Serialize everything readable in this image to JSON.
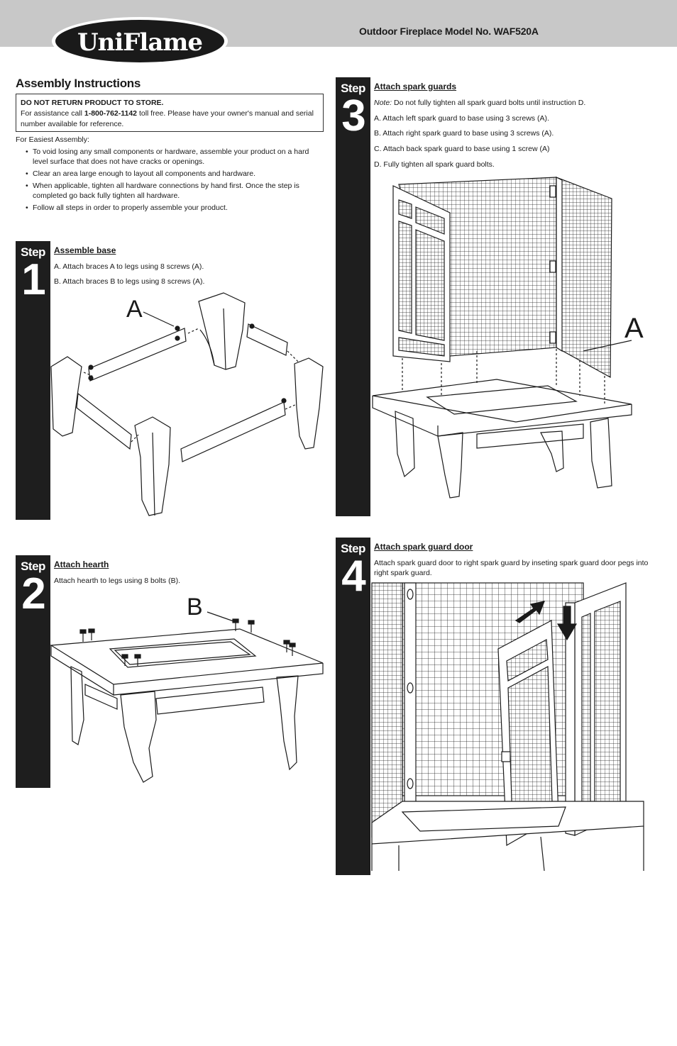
{
  "header": {
    "brand": "UniFlame",
    "model": "Outdoor Fireplace Model No. WAF520A"
  },
  "intro": {
    "title": "Assembly Instructions",
    "notice_heading": "DO NOT RETURN PRODUCT TO STORE.",
    "notice_prefix": "For assistance call ",
    "phone": "1-800-762-1142",
    "notice_suffix": " toll free. Please have your owner's manual and serial number available for reference.",
    "easiest": "For Easiest Assembly:",
    "bullets": [
      "To void losing any small components or hardware, assemble your product on a hard level surface that does not have cracks or openings.",
      "Clear an area large enough to layout all components and hardware.",
      "When applicable, tighten all hardware connections by hand first. Once the step is completed go back fully tighten all hardware.",
      "Follow all steps in order to properly assemble your product."
    ]
  },
  "step_label": "Step",
  "steps": [
    {
      "number": "1",
      "title": "Assemble base",
      "lines": [
        "A. Attach braces A to legs using 8 screws (A).",
        "B. Attach braces B to legs using 8 screws (A)."
      ],
      "callout": "A"
    },
    {
      "number": "2",
      "title": "Attach hearth",
      "lines": [
        "Attach hearth to legs using 8 bolts (B)."
      ],
      "callout": "B"
    },
    {
      "number": "3",
      "title": "Attach spark guards",
      "note_label": "Note:",
      "note_text": " Do not fully tighten all spark guard bolts until instruction D.",
      "lines": [
        "A. Attach left spark guard to base using 3 screws (A).",
        "B. Attach right spark guard to base using 3 screws (A).",
        "C. Attach back spark guard to base using 1 screw (A)",
        "D. Fully tighten all spark guard bolts."
      ],
      "callout": "A"
    },
    {
      "number": "4",
      "title": "Attach spark guard door",
      "lines": [
        "Attach spark guard door to right spark guard by inseting spark guard door pegs into right spark guard."
      ]
    }
  ]
}
